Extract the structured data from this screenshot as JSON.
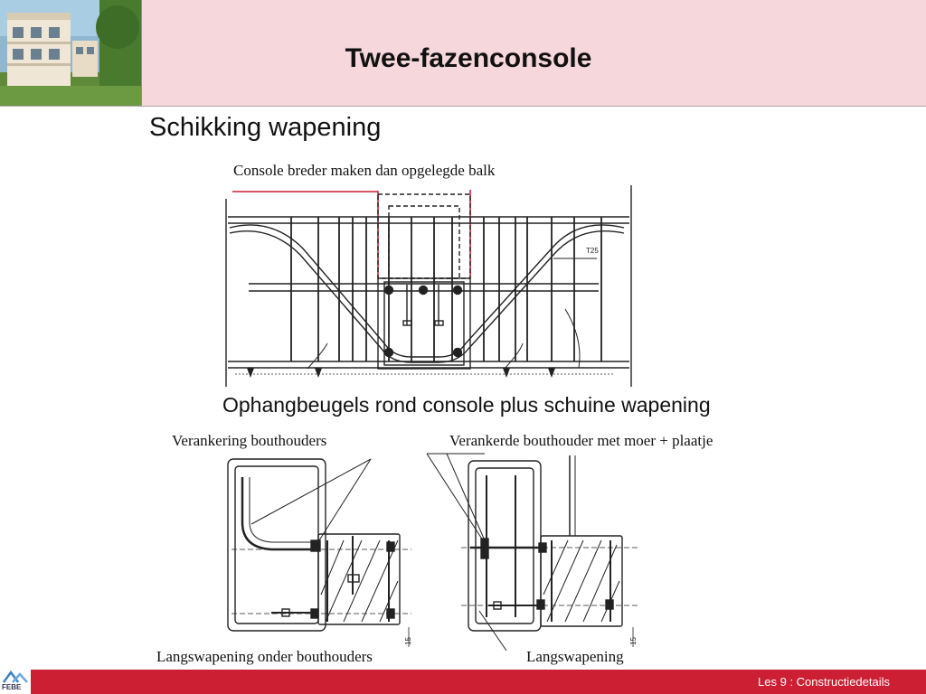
{
  "header": {
    "title": "Twee-fazenconsole"
  },
  "content": {
    "subtitle": "Schikking wapening",
    "top_note": "Console breder maken dan opgelegde balk",
    "drawing_label_t25": "T25",
    "middle_caption": "Ophangbeugels rond console plus schuine wapening",
    "label_left_top": "Verankering bouthouders",
    "label_right_top": "Verankerde bouthouder met moer +  plaatje",
    "label_left_bottom": "Langswapening onder bouthouders",
    "label_right_bottom": "Langswapening",
    "dim_15": "15"
  },
  "footer": {
    "course_label": "Les 9 : Constructiedetails",
    "logo_text": "FEBE"
  },
  "colors": {
    "header_bg": "#f6d7db",
    "footer_bg": "#cc1f33",
    "accent_red": "#cc1f33"
  }
}
